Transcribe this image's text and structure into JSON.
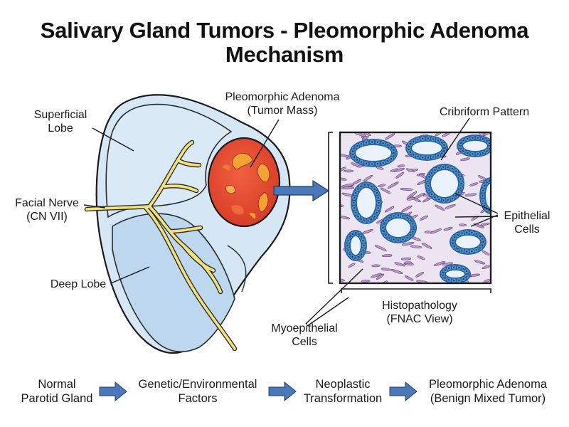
{
  "title": {
    "line1": "Salivary Gland Tumors - Pleomorphic Adenoma",
    "line2": "Mechanism"
  },
  "labels": {
    "superficial_lobe": [
      "Superficial",
      "Lobe"
    ],
    "facial_nerve": [
      "Facial Nerve",
      "(CN VII)"
    ],
    "deep_lobe": [
      "Deep Lobe"
    ],
    "tumor_mass": [
      "Pleomorphic Adenoma",
      "(Tumor Mass)"
    ],
    "cribriform": [
      "Cribriform Pattern"
    ],
    "epithelial": [
      "Epithelial",
      "Cells"
    ],
    "myoepithelial": [
      "Myoepithelial",
      "Cells"
    ],
    "histopathology": [
      "Histopathology",
      "(FNAC View)"
    ]
  },
  "flow": [
    [
      "Normal",
      "Parotid Gland"
    ],
    [
      "Genetic/Environmental",
      "Factors"
    ],
    [
      "Neoplastic",
      "Transformation"
    ],
    [
      "Pleomorphic Adenoma",
      "(Benign Mixed Tumor)"
    ]
  ],
  "colors": {
    "gland_fill": "#d5e6f4",
    "deep_lobe_fill": "#bcd7ee",
    "nerve": "#f2e07a",
    "tumor": "#e0452c",
    "tumor_highlight": "#f3a233",
    "arrow": "#4a78b8",
    "cell_blue": "#4e8fcc",
    "stroma": "#b996c6"
  }
}
